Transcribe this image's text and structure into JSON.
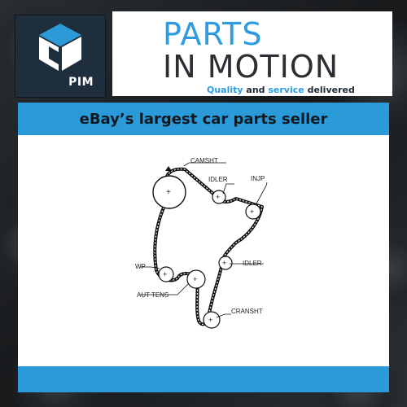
{
  "logo": {
    "text": "PIM",
    "icon": "cube-logo-icon"
  },
  "brand": {
    "line1": "PARTS",
    "line2": "IN MOTION",
    "tagline": {
      "part1": "Quality",
      "part2": " and ",
      "part3": "service",
      "part4": " delivered"
    }
  },
  "banner": {
    "text": "eBay’s largest car parts seller"
  },
  "diagram": {
    "labels": {
      "camshaft": "CAMSHT",
      "idler_top": "IDLER",
      "injection_pump": "INJP",
      "water_pump": "WP",
      "idler_right": "IDLER",
      "auto_tensioner": "AUT TENS",
      "crankshaft": "CRANSHT"
    }
  },
  "colors": {
    "accent_blue": "#2a9ad9",
    "brand_blue": "#2e9be0",
    "dark_text": "#2b2f33",
    "background": "#1c1f22"
  }
}
